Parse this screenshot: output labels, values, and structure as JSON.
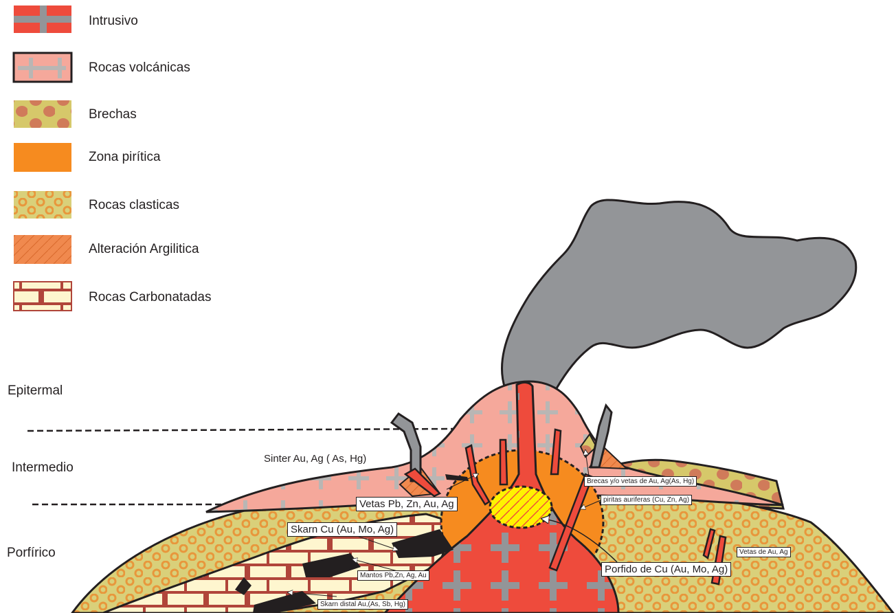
{
  "legend": [
    {
      "id": "intrusivo",
      "label": "Intrusivo"
    },
    {
      "id": "volcanicas",
      "label": "Rocas volcánicas"
    },
    {
      "id": "brechas",
      "label": "Brechas"
    },
    {
      "id": "piritica",
      "label": "Zona pirítica"
    },
    {
      "id": "clasticas",
      "label": "Rocas clasticas"
    },
    {
      "id": "argilitica",
      "label": "Alteración Argilitica"
    },
    {
      "id": "carbonatadas",
      "label": "Rocas Carbonatadas"
    }
  ],
  "zones": {
    "epitermal": "Epitermal",
    "intermedio": "Intermedio",
    "porfirico": "Porfírico"
  },
  "labels": {
    "sinter": "Sinter Au, Ag ( As, Hg)",
    "vetas_pb": "Vetas Pb, Zn, Au, Ag",
    "skarn_cu": "Skarn Cu (Au, Mo, Ag)",
    "mantos": "Mantos Pb,Zn, Ag, Au",
    "skarn_distal": "Skarn distal Au,(As, Sb, Hg)",
    "brecas": "Brecas y/o vetas de Au, Ag(As, Hg)",
    "piritas": "piritas auriferas (Cu, Zn, Ag)",
    "vetas_au": "Vetas de Au, Ag",
    "porfido": "Porfido de Cu (Au, Mo, Ag)"
  },
  "colors": {
    "intrusivo": "#ee4b3c",
    "volcanic": "#f5a89b",
    "brecha_bg": "#d6c86a",
    "brecha_dot": "#d07b5a",
    "pyritic": "#f68b1f",
    "clastic_bg": "#d9d07a",
    "clastic_ring": "#e8973c",
    "argillic": "#f0894e",
    "carbonate_bg": "#fef6cf",
    "carbonate_brick": "#b0453a",
    "plume": "#939598",
    "cross": "#939598",
    "core": "#fff200",
    "dark": "#231f20"
  }
}
